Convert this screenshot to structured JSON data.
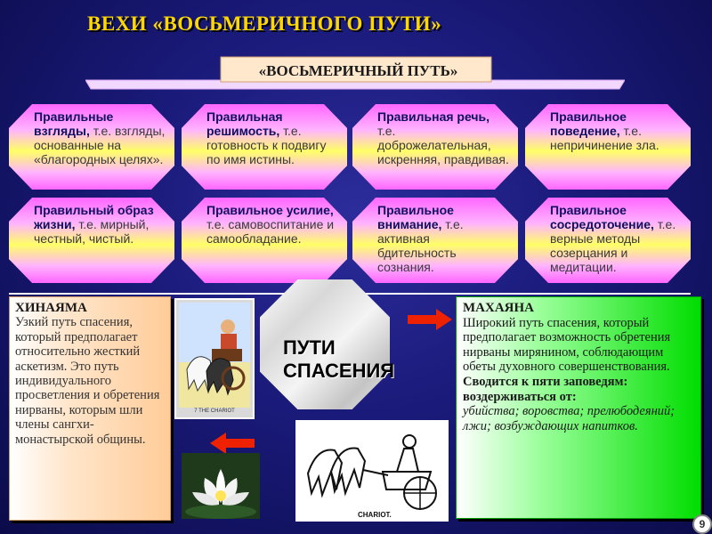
{
  "title": "ВЕХИ «ВОСЬМЕРИЧНОГО ПУТИ»",
  "banner": "«ВОСЬМЕРИЧНЫЙ ПУТЬ»",
  "path_items": [
    {
      "head": "Правильные взгляды",
      "body": " т.е. взгляды, основанные на «благородных целях»."
    },
    {
      "head": "Правильная решимость",
      "body": " т.е. готовность к подвигу по имя истины."
    },
    {
      "head": "Правильная речь",
      "body": " т.е. доброжелательная, искренняя, правдивая."
    },
    {
      "head": "Правильное поведение",
      "body": " т.е. непричинение зла."
    },
    {
      "head": "Правильный образ жизни",
      "body": " т.е. мирный, честный, чистый."
    },
    {
      "head": "Правильное усилие",
      "body": " т.е. самовоспитание и самообладание."
    },
    {
      "head": "Правильное внимание",
      "body": " т.е. активная бдительность сознания."
    },
    {
      "head": "Правильное сосредоточение",
      "body": " т.е. верные методы созерцания и медитации."
    }
  ],
  "hinayana": {
    "title": "ХИНАЯМА",
    "text": "Узкий путь спасения, который предполагает относительно жесткий аскетизм. Это путь индивидуального просветления и обретения нирваны, которым шли члены сангхи-монастырской общины."
  },
  "mahayana": {
    "title": "МАХАЯНА",
    "text": "Широкий путь спасения, который предполагает возможность обретения нирваны мирянином, соблюдающим обеты духовного совершенствования.",
    "commandments_title": "Сводится к пяти заповедям: воздерживаться от:",
    "commandments": "убийства; воровства; прелюбодеяний; лжи; возбуждающих напитков."
  },
  "center_label_line1": "ПУТИ",
  "center_label_line2": "СПАСЕНИЯ",
  "card_caption": "7 THE CHARIOT",
  "drawing_caption": "CHARIOT.",
  "page_number": "9",
  "colors": {
    "title": "#ffd700",
    "octagon_pink": "#ff66ff",
    "octagon_yellow": "#ffff66",
    "hinayana_bg": "#ffcc99",
    "mahayana_bg": "#00dd00",
    "arrow": "#ee2200"
  }
}
